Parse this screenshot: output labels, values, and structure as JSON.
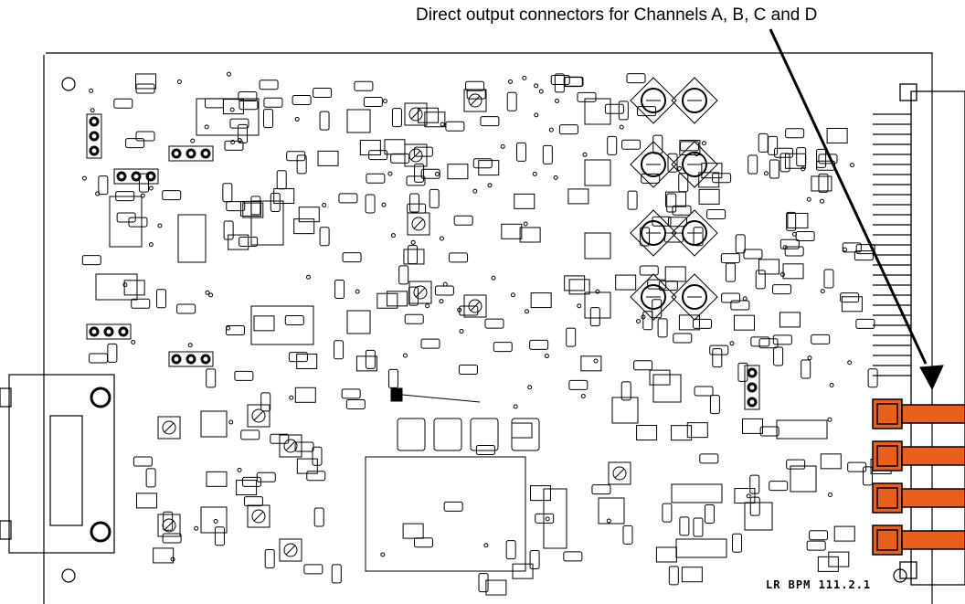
{
  "annotation": {
    "text": "Direct output connectors for Channels A, B, C and D"
  },
  "board": {
    "label": "LR BPM 111.2.1"
  },
  "colors": {
    "connector_fill": "#e8601c",
    "outline": "#000000",
    "background": "#ffffff"
  },
  "connectors": [
    {
      "channel": "A"
    },
    {
      "channel": "B"
    },
    {
      "channel": "C"
    },
    {
      "channel": "D"
    }
  ]
}
